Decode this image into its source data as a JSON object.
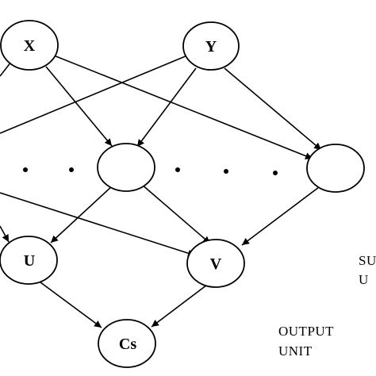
{
  "diagram": {
    "nodes": {
      "x": {
        "label": "X"
      },
      "y": {
        "label": "Y"
      },
      "h1": {
        "label": ""
      },
      "h2": {
        "label": ""
      },
      "u": {
        "label": "U"
      },
      "v": {
        "label": "V"
      },
      "cs": {
        "label": "Cs"
      }
    },
    "ellipsis": "• • • •",
    "side_labels": {
      "summation_line1": "SU",
      "summation_line2": "U",
      "output_line1": "OUTPUT",
      "output_line2": "UNIT"
    }
  }
}
